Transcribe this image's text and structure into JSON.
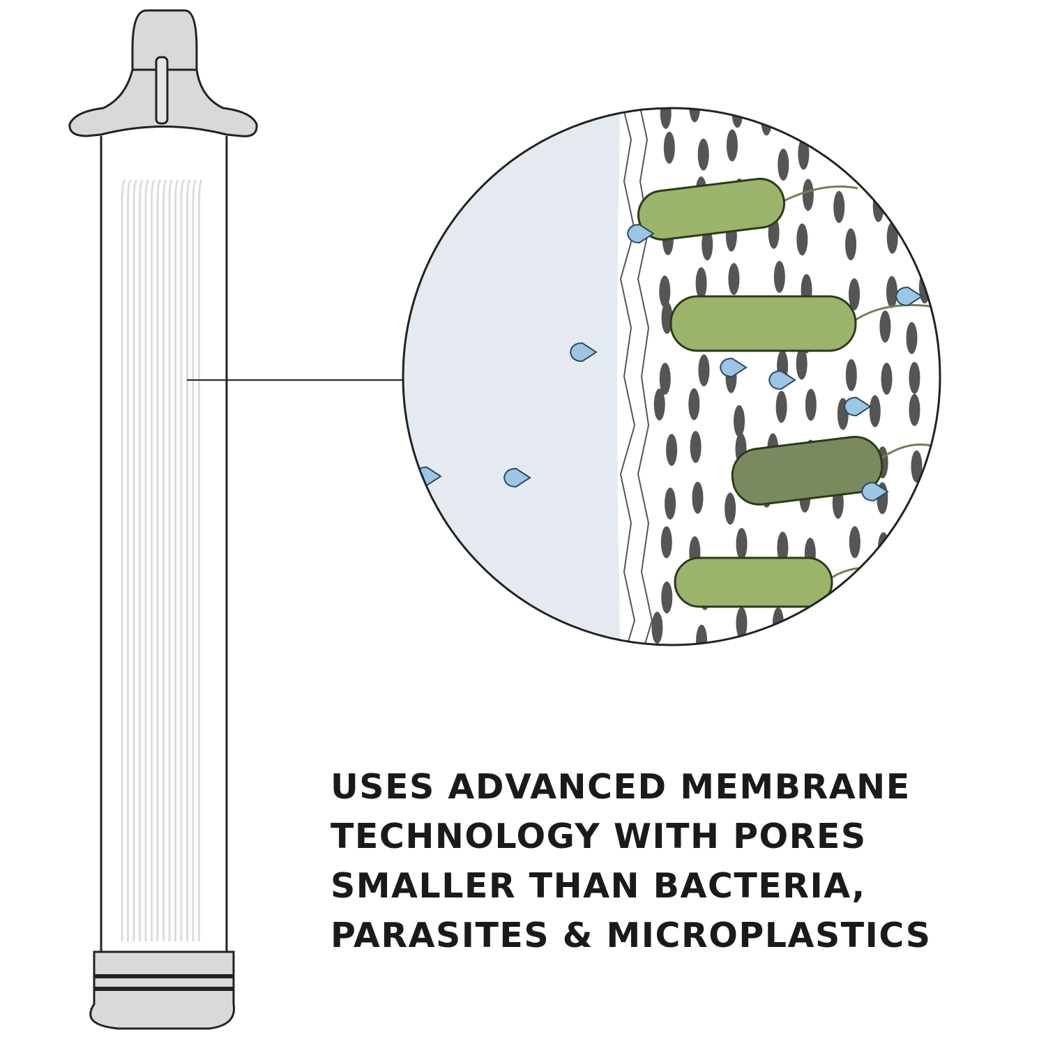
{
  "caption": {
    "lines": [
      "USES ADVANCED MEMBRANE",
      "TECHNOLOGY WITH PORES",
      "SMALLER THAN BACTERIA,",
      "PARASITES & MICROPLASTICS"
    ]
  },
  "colors": {
    "outline": "#222222",
    "cap_gray": "#d9d9d9",
    "water_side": "#e4eaef",
    "bacteria_green": "#9bb36a",
    "bacteria_dark": "#7a8a5e",
    "droplet": "#9cc6e4",
    "pore": "#555555"
  }
}
